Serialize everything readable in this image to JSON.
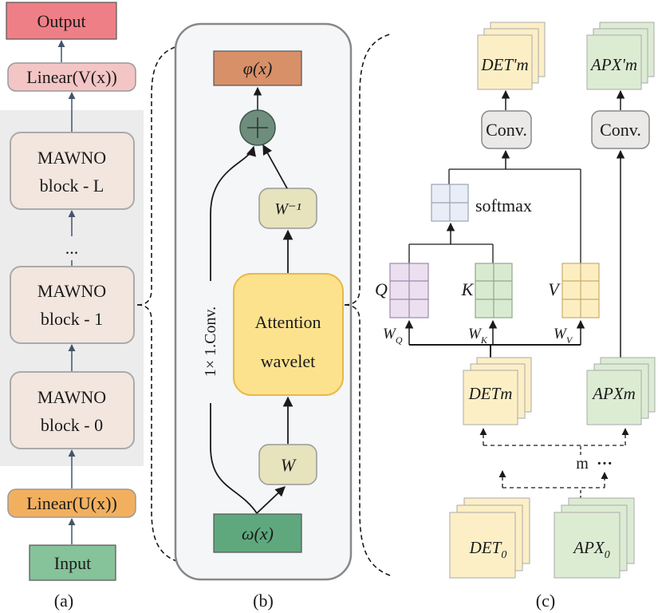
{
  "panel_a": {
    "output_label": "Output",
    "linear_v_label": "Linear(V(x))",
    "block_l_line1": "MAWNO",
    "block_l_line2": "block - L",
    "ellipsis": "...",
    "block_1_line1": "MAWNO",
    "block_1_line2": "block - 1",
    "block_0_line1": "MAWNO",
    "block_0_line2": "block - 0",
    "linear_u_label": "Linear(U(x))",
    "input_label": "Input",
    "caption": "(a)"
  },
  "panel_b": {
    "phi_label": "φ(x)",
    "w_inv_label": "W⁻¹",
    "attention_line1": "Attention",
    "attention_line2": "wavelet",
    "w_label": "W",
    "omega_label": "ω(x)",
    "conv_label": "1× 1.Conv.",
    "caption": "(b)"
  },
  "panel_c": {
    "det_prime_label": "DET'm",
    "apx_prime_label": "APX'm",
    "conv_left_label": "Conv.",
    "conv_right_label": "Conv.",
    "softmax_label": "softmax",
    "q_label": "Q",
    "k_label": "K",
    "v_label": "V",
    "wq_label": "W",
    "wq_sub": "Q",
    "wk_label": "W",
    "wk_sub": "K",
    "wv_label": "W",
    "wv_sub": "V",
    "detm_label": "DETm",
    "apxm_label": "APXm",
    "m_label": "m",
    "m_dots": "···",
    "det0_label": "DET",
    "det0_sub": "0",
    "apx0_label": "APX",
    "apx0_sub": "0",
    "caption": "(c)"
  },
  "colors": {
    "output_fill": "#ef7f86",
    "linear_v_fill": "#f4c5c5",
    "block_fill": "#f2e6df",
    "panel_a_bg": "#ececec",
    "linear_u_fill": "#f2b05f",
    "input_fill": "#86c29a",
    "phi_fill": "#d89068",
    "plus_fill": "#6e8d7d",
    "w_fill": "#e6e3bd",
    "attention_fill": "#fde28e",
    "omega_fill": "#5fa87e",
    "panel_b_bg": "#f4f6f8",
    "det_fill": "#fcefc6",
    "apx_fill": "#dcecd3",
    "q_fill": "#ecdff0",
    "k_fill": "#d8ebd1",
    "v_fill": "#fdeec2",
    "softmax_fill": "#e8edf6",
    "conv_fill": "#ebe8e8"
  }
}
